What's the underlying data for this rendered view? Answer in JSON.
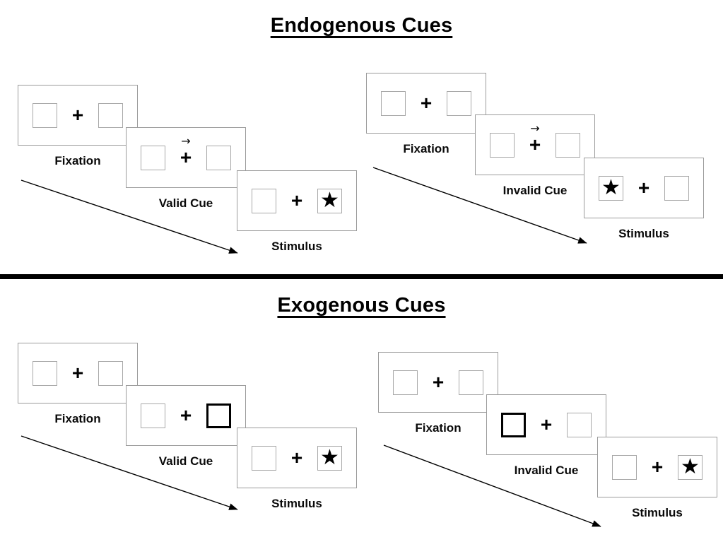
{
  "diagram": {
    "glyphs": {
      "plus": "+",
      "star": "★",
      "cue_arrow": "→"
    },
    "sections": [
      {
        "id": "endogenous",
        "title": "Endogenous Cues",
        "sequences": [
          {
            "id": "valid",
            "panels": [
              {
                "label": "Fixation",
                "left_box": "empty",
                "right_box": "empty",
                "cue_arrow": false
              },
              {
                "label": "Valid Cue",
                "left_box": "empty",
                "right_box": "empty",
                "cue_arrow": true
              },
              {
                "label": "Stimulus",
                "left_box": "empty",
                "right_box": "star",
                "cue_arrow": false
              }
            ]
          },
          {
            "id": "invalid",
            "panels": [
              {
                "label": "Fixation",
                "left_box": "empty",
                "right_box": "empty",
                "cue_arrow": false
              },
              {
                "label": "Invalid Cue",
                "left_box": "empty",
                "right_box": "empty",
                "cue_arrow": true
              },
              {
                "label": "Stimulus",
                "left_box": "star",
                "right_box": "empty",
                "cue_arrow": false
              }
            ]
          }
        ]
      },
      {
        "id": "exogenous",
        "title": "Exogenous Cues",
        "sequences": [
          {
            "id": "valid",
            "panels": [
              {
                "label": "Fixation",
                "left_box": "empty",
                "right_box": "empty",
                "cue_arrow": false
              },
              {
                "label": "Valid Cue",
                "left_box": "empty",
                "right_box": "thick",
                "cue_arrow": false
              },
              {
                "label": "Stimulus",
                "left_box": "empty",
                "right_box": "star",
                "cue_arrow": false
              }
            ]
          },
          {
            "id": "invalid",
            "panels": [
              {
                "label": "Fixation",
                "left_box": "empty",
                "right_box": "empty",
                "cue_arrow": false
              },
              {
                "label": "Invalid Cue",
                "left_box": "thick",
                "right_box": "empty",
                "cue_arrow": false
              },
              {
                "label": "Stimulus",
                "left_box": "empty",
                "right_box": "star",
                "cue_arrow": false
              }
            ]
          }
        ]
      }
    ]
  }
}
